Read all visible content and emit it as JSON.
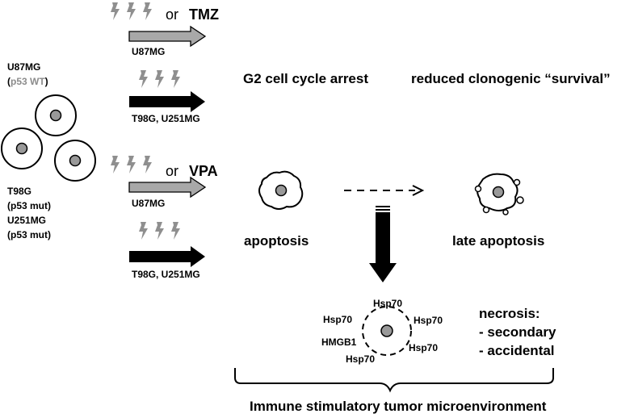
{
  "colors": {
    "ink": "#000000",
    "arrow_gray": "#a8a8a8",
    "bolt_gray": "#8f8f8f",
    "nucleus_gray": "#999999",
    "wt_label": "#8c8c8c"
  },
  "icons": [
    "lightning-bolt-icon",
    "cell-icon",
    "apoptotic-cell-icon",
    "necrotic-cell-icon"
  ],
  "cell_lines": {
    "u87": {
      "name": "U87MG",
      "status_open": "(",
      "status": "p53 WT",
      "status_close": ")"
    },
    "t98": {
      "name": "T98G",
      "status": "(p53 mut)"
    },
    "u251": {
      "name": "U251MG",
      "status": "(p53 mut)"
    }
  },
  "treatments": {
    "row1": {
      "or_label": "or",
      "agent": "TMZ",
      "gray_arrow_label": "U87MG",
      "black_arrow_label": "T98G, U251MG"
    },
    "row2": {
      "or_label": "or",
      "agent": "VPA",
      "gray_arrow_label": "U87MG",
      "black_arrow_label": "T98G, U251MG"
    }
  },
  "outcomes": {
    "g2_arrest": "G2 cell cycle arrest",
    "clonogenic": "reduced clonogenic “survival”",
    "apoptosis": "apoptosis",
    "late_apoptosis": "late apoptosis"
  },
  "necrosis": {
    "title": "necrosis:",
    "items": [
      "- secondary",
      "- accidental"
    ],
    "dangers": [
      "Hsp70",
      "Hsp70",
      "Hsp70",
      "HMGB1",
      "Hsp70",
      "Hsp70"
    ]
  },
  "footer": {
    "label": "Immune stimulatory tumor microenvironment"
  }
}
